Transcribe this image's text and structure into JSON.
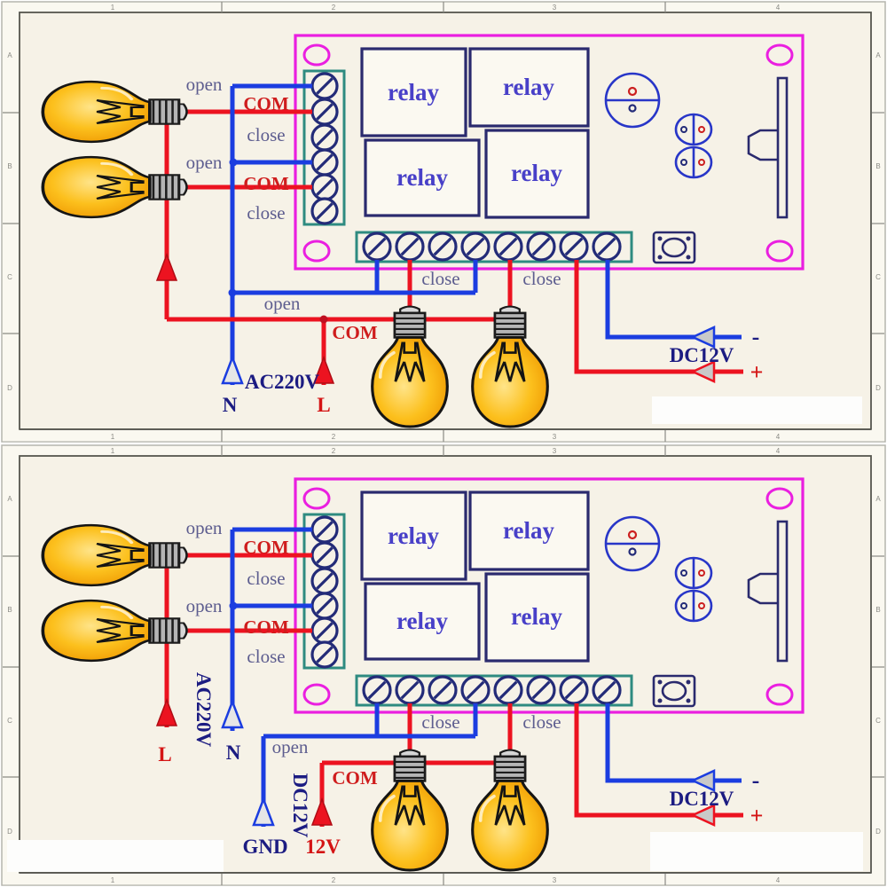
{
  "frame": {
    "column_numbers": [
      "1",
      "2",
      "3",
      "4"
    ],
    "row_letters": [
      "A",
      "B",
      "C",
      "D"
    ]
  },
  "colors": {
    "background": "#f6f2e7",
    "margin": "#faf8f0",
    "board_outline": "#ea1fe0",
    "terminal_block": "#2e8b80",
    "screw": "#232b78",
    "component": "#2836c8",
    "wire_live": "#ec1320",
    "wire_neutral": "#1b3de0",
    "relay_text": "#4840c8",
    "label_text": "#5d5d8f",
    "com_text": "#cf1d1d",
    "power_text": "#1c1c82",
    "power_text_red": "#d41414",
    "arrow_fill": "#c9c9c9"
  },
  "top_diagram": {
    "channel_labels": [
      "open",
      "COM",
      "close",
      "open",
      "COM",
      "close"
    ],
    "relay_labels": [
      "relay",
      "relay",
      "relay",
      "relay"
    ],
    "strip_labels": [
      "close",
      "close"
    ],
    "open_label": "open",
    "com_label": "COM",
    "ac_power": {
      "label": "AC220V",
      "neutral": "N",
      "live": "L"
    },
    "dc_power": {
      "label": "DC12V",
      "minus": "-",
      "plus": "+"
    }
  },
  "bottom_diagram": {
    "channel_labels": [
      "open",
      "COM",
      "close",
      "open",
      "COM",
      "close"
    ],
    "relay_labels": [
      "relay",
      "relay",
      "relay",
      "relay"
    ],
    "strip_labels": [
      "close",
      "close"
    ],
    "open_label": "open",
    "com_label": "COM",
    "ac_power": {
      "label": "AC220V",
      "live": "L",
      "neutral": "N"
    },
    "dc_power": {
      "label": "DC12V",
      "minus": "-",
      "plus": "+"
    },
    "dc_input": {
      "gnd_label": "GND",
      "twelvev_label": "12V",
      "label": "DC12V"
    }
  }
}
